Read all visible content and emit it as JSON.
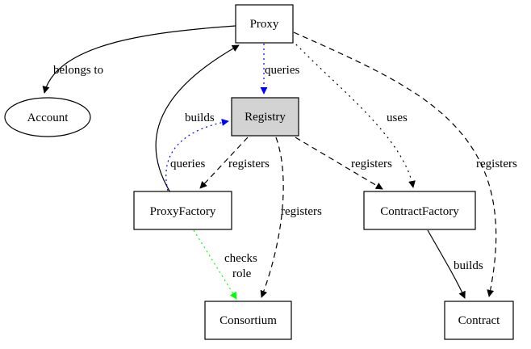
{
  "nodes": {
    "proxy": {
      "label": "Proxy"
    },
    "account": {
      "label": "Account"
    },
    "registry": {
      "label": "Registry",
      "fill": "#d3d3d3"
    },
    "proxyfactory": {
      "label": "ProxyFactory"
    },
    "contractfactory": {
      "label": "ContractFactory"
    },
    "consortium": {
      "label": "Consortium"
    },
    "contract": {
      "label": "Contract"
    }
  },
  "edges": {
    "proxy_account": {
      "label": "belongs to",
      "color": "#000000",
      "style": "solid"
    },
    "proxy_registry": {
      "label": "queries",
      "color": "#0000ff",
      "style": "dotted"
    },
    "proxy_contractfactory": {
      "label": "uses",
      "color": "#000000",
      "style": "dotted"
    },
    "proxy_contract": {
      "label": "registers",
      "color": "#000000",
      "style": "dashed"
    },
    "proxyfactory_proxy": {
      "label": "builds",
      "color": "#000000",
      "style": "solid"
    },
    "proxyfactory_registry": {
      "label": "queries",
      "color": "#0000ff",
      "style": "dotted"
    },
    "registry_proxyfactory": {
      "label": "registers",
      "color": "#000000",
      "style": "dashed"
    },
    "registry_consortium": {
      "label": "registers",
      "color": "#000000",
      "style": "dashed"
    },
    "registry_contractfactory": {
      "label": "registers",
      "color": "#000000",
      "style": "dashed"
    },
    "proxyfactory_consortium": {
      "label_line1": "checks",
      "label_line2": "role",
      "color": "#00ff00",
      "style": "dotted"
    },
    "contractfactory_contract": {
      "label": "builds",
      "color": "#000000",
      "style": "solid"
    }
  }
}
